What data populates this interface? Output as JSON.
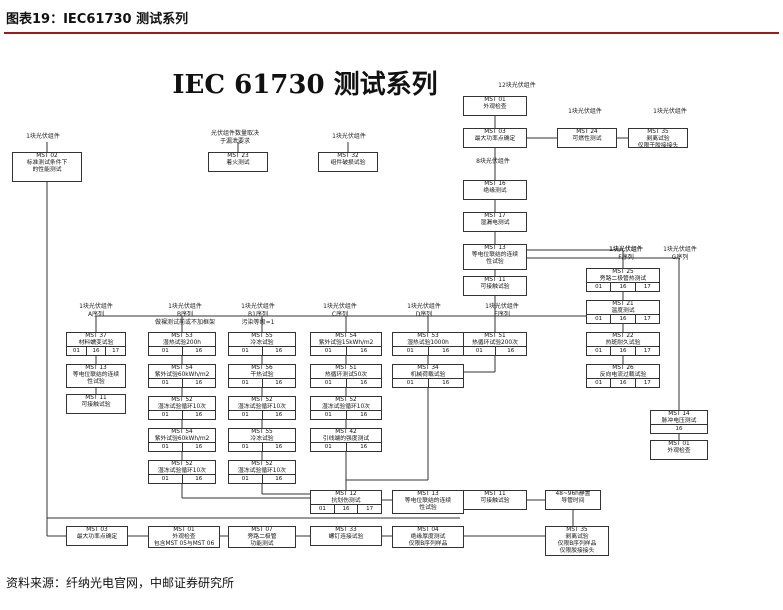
{
  "header": {
    "title": "图表19：IEC61730 测试系列"
  },
  "diagram": {
    "title": "IEC 61730 测试系列",
    "group_labels": [
      [
        "12块光伏组件"
      ],
      [
        "1块光伏组件"
      ],
      [
        "1块光伏组件"
      ],
      [
        "1块光伏组件"
      ],
      [
        "8块光伏组件"
      ],
      [
        "1块光伏组件"
      ],
      [
        "光伏组件数量取决",
        "于漏泄要求"
      ],
      [
        "1块光伏组件"
      ],
      [
        "1块光伏组件",
        "A序列"
      ],
      [
        "1块光伏组件",
        "B序列",
        "做裸测试前或不加框架"
      ],
      [
        "1块光伏组件",
        "B1序列",
        "污染等级=1"
      ],
      [
        "1块光伏组件",
        "C序列"
      ],
      [
        "1块光伏组件",
        "D序列"
      ],
      [
        "1块光伏组件",
        "E序列"
      ],
      [
        "1块光伏组件",
        "F序列"
      ],
      [
        "1块光伏组件",
        "G序列"
      ]
    ],
    "boxes": [
      {
        "lines": [
          "MST 01",
          "外观检查"
        ]
      },
      {
        "lines": [
          "MST 24",
          "可燃性测试"
        ]
      },
      {
        "lines": [
          "MST 35",
          "剥离试验",
          "仅限于胶接接头"
        ]
      },
      {
        "lines": [
          "MST 03",
          "最大功率点确定"
        ]
      },
      {
        "lines": [
          "MST 02",
          "标准测试条件下",
          "的性能测试"
        ]
      },
      {
        "lines": [
          "MST 23",
          "着火测试"
        ]
      },
      {
        "lines": [
          "MST 32",
          "组件破损试验"
        ]
      },
      {
        "lines": [
          "MST 16",
          "绝缘测试"
        ]
      },
      {
        "lines": [
          "MST 17",
          "湿漏电测试"
        ]
      },
      {
        "lines": [
          "MST 13",
          "等电位联结的连续",
          "性试验"
        ]
      },
      {
        "lines": [
          "MST 11",
          "可接触试验"
        ]
      },
      {
        "lines": [
          "MST 25",
          "旁路二极管热测试"
        ],
        "row": [
          "01",
          "16",
          "17"
        ]
      },
      {
        "lines": [
          "MST 21",
          "温度测试"
        ],
        "row": [
          "01",
          "16",
          "17"
        ]
      },
      {
        "lines": [
          "MST 22",
          "热斑耐久试验"
        ],
        "row": [
          "01",
          "16",
          "17"
        ]
      },
      {
        "lines": [
          "MST 26",
          "反向电流过载试验"
        ],
        "row": [
          "01",
          "16",
          "17"
        ]
      },
      {
        "lines": [
          "MST 37",
          "材料蠕变试验"
        ],
        "row": [
          "01",
          "16",
          "17"
        ]
      },
      {
        "lines": [
          "MST 13",
          "等电位联结的连续",
          "性试验"
        ]
      },
      {
        "lines": [
          "MST 11",
          "可接触试验"
        ]
      },
      {
        "lines": [
          "MST 53",
          "湿热试验200h"
        ],
        "row": [
          "01",
          "16"
        ]
      },
      {
        "lines": [
          "MST 54",
          "紫外试验60kWh/m2"
        ],
        "row": [
          "01",
          "16"
        ]
      },
      {
        "lines": [
          "MST 52",
          "湿冻试验循环10次"
        ],
        "row": [
          "01",
          "16"
        ]
      },
      {
        "lines": [
          "MST 54",
          "紫外试验60kWh/m2"
        ],
        "row": [
          "01",
          "16"
        ]
      },
      {
        "lines": [
          "MST 52",
          "湿冻试验循环10次"
        ],
        "row": [
          "01",
          "16"
        ]
      },
      {
        "lines": [
          "MST 55",
          "冷冻试验"
        ],
        "row": [
          "01",
          "16"
        ]
      },
      {
        "lines": [
          "MST 56",
          "干热试验"
        ],
        "row": [
          "01",
          "16"
        ]
      },
      {
        "lines": [
          "MST 52",
          "湿冻试验循环10次"
        ],
        "row": [
          "01",
          "16"
        ]
      },
      {
        "lines": [
          "MST 55",
          "冷冻试验"
        ],
        "row": [
          "01",
          "16"
        ]
      },
      {
        "lines": [
          "MST 52",
          "湿冻试验循环10次"
        ],
        "row": [
          "01",
          "16"
        ]
      },
      {
        "lines": [
          "MST 54",
          "紫外试验15kWh/m2"
        ],
        "row": [
          "01",
          "16"
        ]
      },
      {
        "lines": [
          "MST 51",
          "热循环测试50次"
        ],
        "row": [
          "01",
          "16"
        ]
      },
      {
        "lines": [
          "MST 52",
          "湿冻试验循环10次"
        ],
        "row": [
          "01",
          "16"
        ]
      },
      {
        "lines": [
          "MST 42",
          "引线端的强度测试"
        ],
        "row": [
          "01",
          "16"
        ]
      },
      {
        "lines": [
          "MST 53",
          "湿热试验1000h"
        ],
        "row": [
          "01",
          "16"
        ]
      },
      {
        "lines": [
          "MST 34",
          "机械荷载试验"
        ],
        "row": [
          "01",
          "16"
        ]
      },
      {
        "lines": [
          "MST 51",
          "热循环试验200次"
        ],
        "row": [
          "01",
          "16"
        ]
      },
      {
        "lines": [
          "MST 12",
          "抗划伤测试"
        ],
        "row": [
          "01",
          "16",
          "17"
        ]
      },
      {
        "lines": [
          "MST 13",
          "等电位联结的连续",
          "性试验"
        ]
      },
      {
        "lines": [
          "MST 11",
          "可接触试验"
        ]
      },
      {
        "lines": [
          "48~96h静置",
          "导管时间"
        ]
      },
      {
        "lines": [
          "MST 14",
          "脉冲电压测试"
        ],
        "row": [
          "16"
        ]
      },
      {
        "lines": [
          "MST 01",
          "外观检查"
        ]
      },
      {
        "lines": [
          "MST 03",
          "最大功率点确定"
        ]
      },
      {
        "lines": [
          "MST 01",
          "外观检查",
          "包含MST 05与MST 06"
        ]
      },
      {
        "lines": [
          "MST 07",
          "旁路二极管",
          "功能测试"
        ]
      },
      {
        "lines": [
          "MST 33",
          "螺钉连接试验"
        ]
      },
      {
        "lines": [
          "MST 04",
          "绝缘厚度测试",
          "仅限B序列样品"
        ]
      },
      {
        "lines": [
          "MST 35",
          "剥离试验",
          "仅限B序列样品",
          "仅限胶接接头"
        ]
      }
    ]
  },
  "footer": {
    "source": "资料来源：纤纳光电官网，中邮证券研究所"
  }
}
